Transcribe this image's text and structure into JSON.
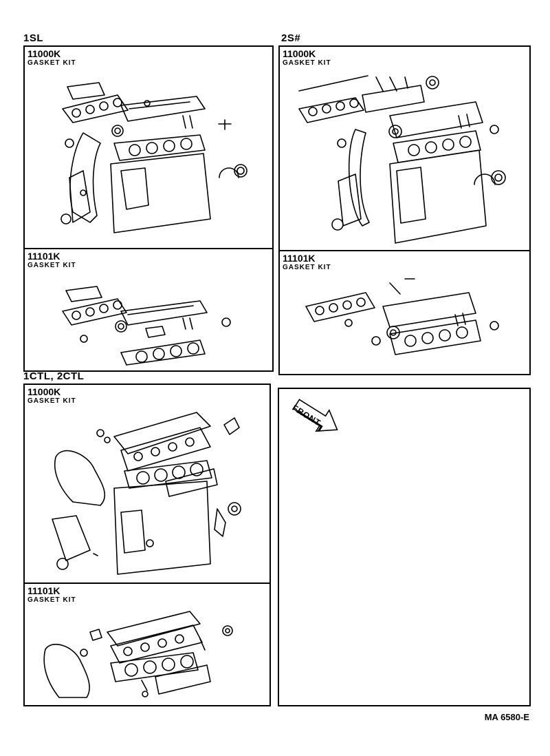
{
  "groups": {
    "g1": {
      "label": "1SL",
      "kits": [
        {
          "part_no": "11000K",
          "name": "GASKET KIT"
        },
        {
          "part_no": "11101K",
          "name": "GASKET KIT"
        }
      ]
    },
    "g2": {
      "label": "2S#",
      "kits": [
        {
          "part_no": "11000K",
          "name": "GASKET KIT"
        },
        {
          "part_no": "11101K",
          "name": "GASKET KIT"
        }
      ]
    },
    "g3": {
      "label": "1CTL, 2CTL",
      "kits": [
        {
          "part_no": "11000K",
          "name": "GASKET KIT"
        },
        {
          "part_no": "11101K",
          "name": "GASKET KIT"
        }
      ]
    }
  },
  "front_label": "FRONT",
  "diagram_code": "MA 6580-E"
}
